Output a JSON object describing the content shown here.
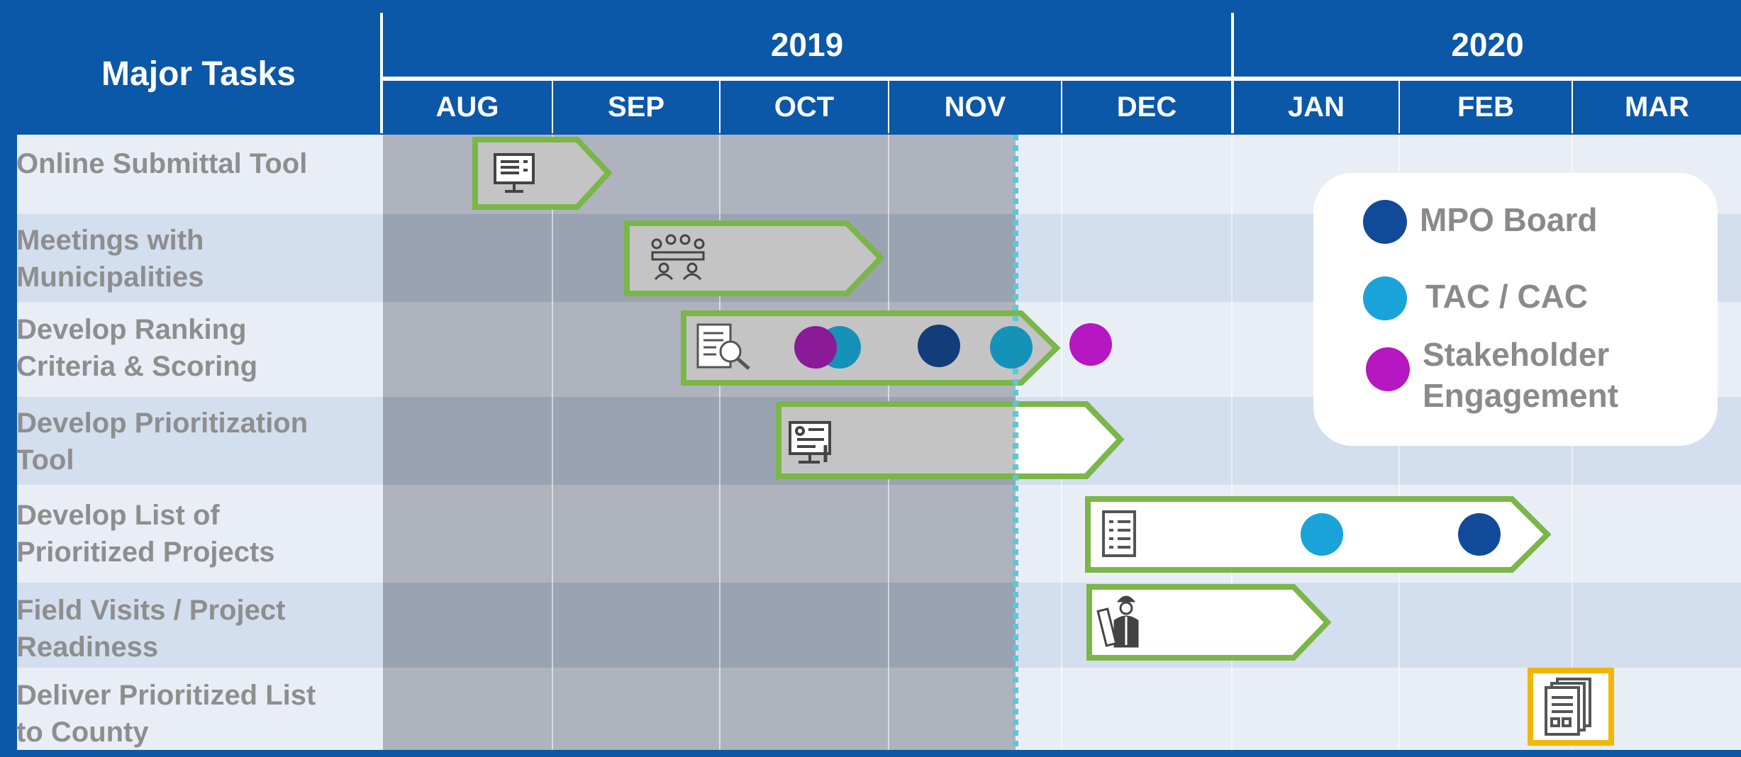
{
  "header": {
    "major_tasks": "Major Tasks",
    "years": [
      "2019",
      "2020"
    ],
    "months": [
      "AUG",
      "SEP",
      "OCT",
      "NOV",
      "DEC",
      "JAN",
      "FEB",
      "MAR"
    ]
  },
  "tasks": [
    {
      "label_lines": [
        "Online Submittal Tool"
      ],
      "icon": "monitor-icon"
    },
    {
      "label_lines": [
        "Meetings with",
        "Municipalities"
      ],
      "icon": "meeting-icon"
    },
    {
      "label_lines": [
        "Develop Ranking",
        "Criteria & Scoring"
      ],
      "icon": "document-search-icon"
    },
    {
      "label_lines": [
        "Develop Prioritization",
        "Tool"
      ],
      "icon": "settings-screen-icon"
    },
    {
      "label_lines": [
        "Develop List of",
        "Prioritized Projects"
      ],
      "icon": "list-icon"
    },
    {
      "label_lines": [
        "Field Visits / Project",
        "Readiness"
      ],
      "icon": "engineer-icon"
    },
    {
      "label_lines": [
        "Deliver Prioritized List",
        "to County"
      ],
      "icon": "documents-stack-icon"
    }
  ],
  "legend": [
    {
      "label_lines": [
        "MPO Board"
      ],
      "color": "#124A9A"
    },
    {
      "label_lines": [
        "TAC / CAC"
      ],
      "color": "#1AA3D9"
    },
    {
      "label_lines": [
        "Stakeholder",
        "Engagement"
      ],
      "color": "#B517C0"
    }
  ],
  "colors": {
    "header_blue": "#0B57A8",
    "row_light": "#E9EEF6",
    "row_dark": "#D3DEEE",
    "completed_shade": "#9AA3B2",
    "bar_border": "#7AB648",
    "today_line": "#5BC8D6",
    "deliverable_border": "#F2B705"
  }
}
